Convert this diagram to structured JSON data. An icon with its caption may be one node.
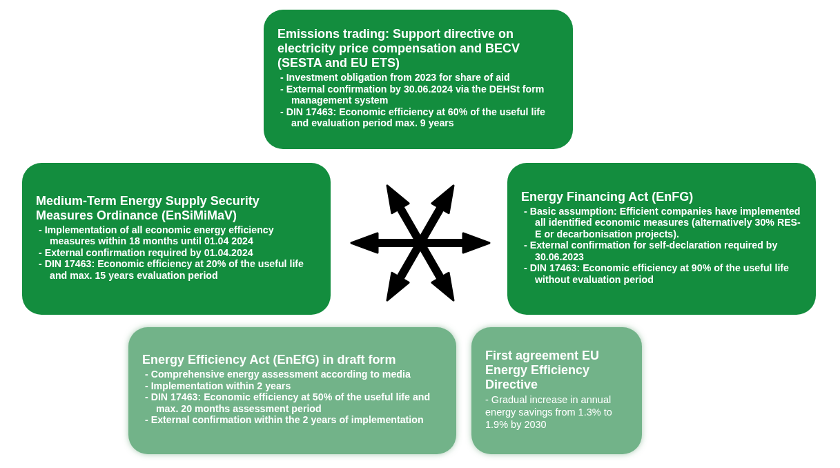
{
  "diagram": {
    "nodes": [
      {
        "text": [
          "Emissions trading: Support directive on electricity price compensation and BECV (SESTA and EU ETS)",
          "- Investment obligation from 2023 for share of aid",
          "- External confirmation by 30.06.2024 via the DEHSt form management system",
          "- DIN 17463: Economic efficiency at 60% of the useful life and evaluation period max. 9 years"
        ]
      },
      {
        "text": [
          "Medium-Term Energy Supply Security Measures Ordinance (EnSiMiMaV)",
          "- Implementation of all economic energy efficiency measures within 18 months until 01.04 2024",
          "- External confirmation required by 01.04.2024",
          "- DIN 17463: Economic efficiency at 20% of the useful life and max. 15 years evaluation period"
        ]
      },
      {
        "text": [
          "Energy Financing Act (EnFG)",
          "- Basic assumption: Efficient companies have implemented all identified economic measures (alternatively 30% RES-E or decarbonisation projects).",
          "- External confirmation for self-declaration required by 30.06.2023",
          "- DIN 17463: Economic efficiency at 90% of the useful life without evaluation period"
        ]
      },
      {
        "text": [
          "Energy Efficiency Act (EnEfG) in draft form",
          "- Comprehensive energy assessment according to media",
          "- Implementation within 2 years",
          "- DIN 17463: Economic efficiency at 50% of the useful life and max. 20 months assessment period",
          "- External confirmation within the 2 years of implementation"
        ]
      },
      {
        "text": [
          "First agreement EU Energy Efficiency Directive",
          "- Gradual increase in annual energy savings from 1.3% to 1.9% by 2030"
        ]
      }
    ]
  }
}
